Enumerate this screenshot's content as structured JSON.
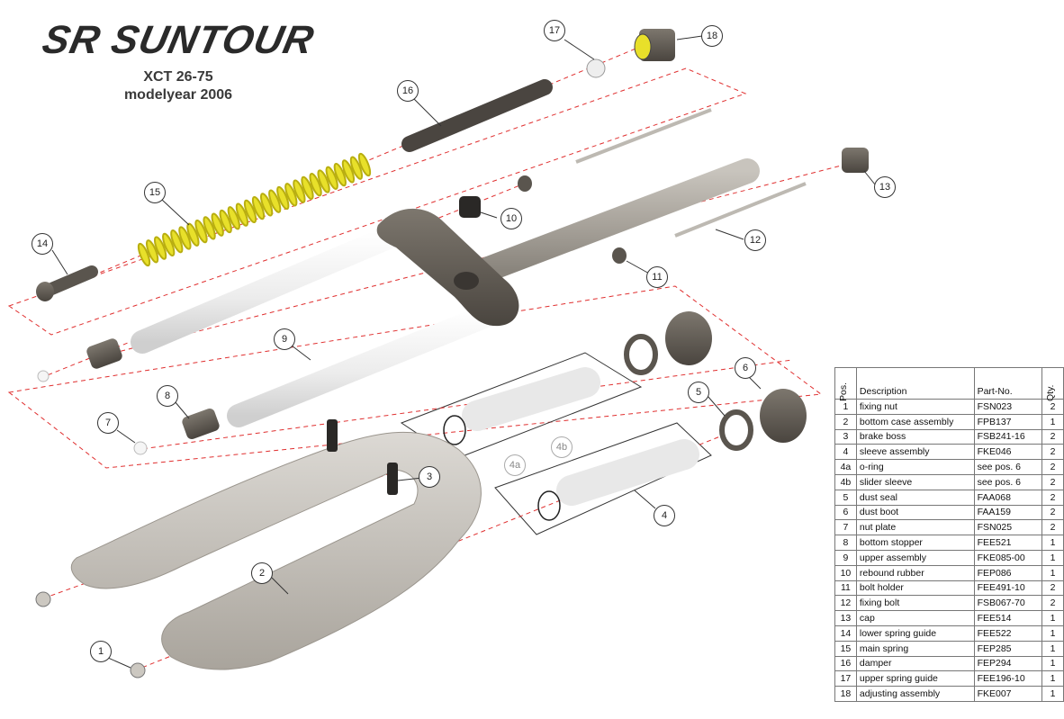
{
  "brand": {
    "logo_text": "SR SUNTOUR"
  },
  "model": {
    "name": "XCT 26-75",
    "year": "modelyear 2006"
  },
  "callouts": [
    "1",
    "2",
    "3",
    "4",
    "4a",
    "4b",
    "5",
    "6",
    "7",
    "8",
    "9",
    "10",
    "11",
    "12",
    "13",
    "14",
    "15",
    "16",
    "17",
    "18"
  ],
  "table": {
    "headers": {
      "pos": "Pos.",
      "description": "Description",
      "part_no": "Part-No.",
      "qty": "Qty."
    },
    "rows": [
      {
        "pos": "1",
        "description": "fixing nut",
        "part_no": "FSN023",
        "qty": "2"
      },
      {
        "pos": "2",
        "description": "bottom case assembly",
        "part_no": "FPB137",
        "qty": "1"
      },
      {
        "pos": "3",
        "description": "brake boss",
        "part_no": "FSB241-16",
        "qty": "2"
      },
      {
        "pos": "4",
        "description": "sleeve assembly",
        "part_no": "FKE046",
        "qty": "2"
      },
      {
        "pos": "4a",
        "description": "o-ring",
        "part_no": "see pos. 6",
        "qty": "2"
      },
      {
        "pos": "4b",
        "description": "slider sleeve",
        "part_no": "see pos. 6",
        "qty": "2"
      },
      {
        "pos": "5",
        "description": "dust seal",
        "part_no": "FAA068",
        "qty": "2"
      },
      {
        "pos": "6",
        "description": "dust boot",
        "part_no": "FAA159",
        "qty": "2"
      },
      {
        "pos": "7",
        "description": "nut plate",
        "part_no": "FSN025",
        "qty": "2"
      },
      {
        "pos": "8",
        "description": "bottom stopper",
        "part_no": "FEE521",
        "qty": "1"
      },
      {
        "pos": "9",
        "description": "upper assembly",
        "part_no": "FKE085-00",
        "qty": "1"
      },
      {
        "pos": "10",
        "description": "rebound rubber",
        "part_no": "FEP086",
        "qty": "1"
      },
      {
        "pos": "11",
        "description": "bolt holder",
        "part_no": "FEE491-10",
        "qty": "2"
      },
      {
        "pos": "12",
        "description": "fixing bolt",
        "part_no": "FSB067-70",
        "qty": "2"
      },
      {
        "pos": "13",
        "description": "cap",
        "part_no": "FEE514",
        "qty": "1"
      },
      {
        "pos": "14",
        "description": "lower spring guide",
        "part_no": "FEE522",
        "qty": "1"
      },
      {
        "pos": "15",
        "description": "main spring",
        "part_no": "FEP285",
        "qty": "1"
      },
      {
        "pos": "16",
        "description": "damper",
        "part_no": "FEP294",
        "qty": "1"
      },
      {
        "pos": "17",
        "description": "upper spring guide",
        "part_no": "FEE196-10",
        "qty": "1"
      },
      {
        "pos": "18",
        "description": "adjusting assembly",
        "part_no": "FKE007",
        "qty": "1"
      }
    ]
  },
  "colors": {
    "accent_dash": "#e03030",
    "metal_dark": "#6f6a62",
    "metal_light": "#b9b5ae",
    "tube_white": "#f2f2f2",
    "spring": "#e8e02a"
  }
}
